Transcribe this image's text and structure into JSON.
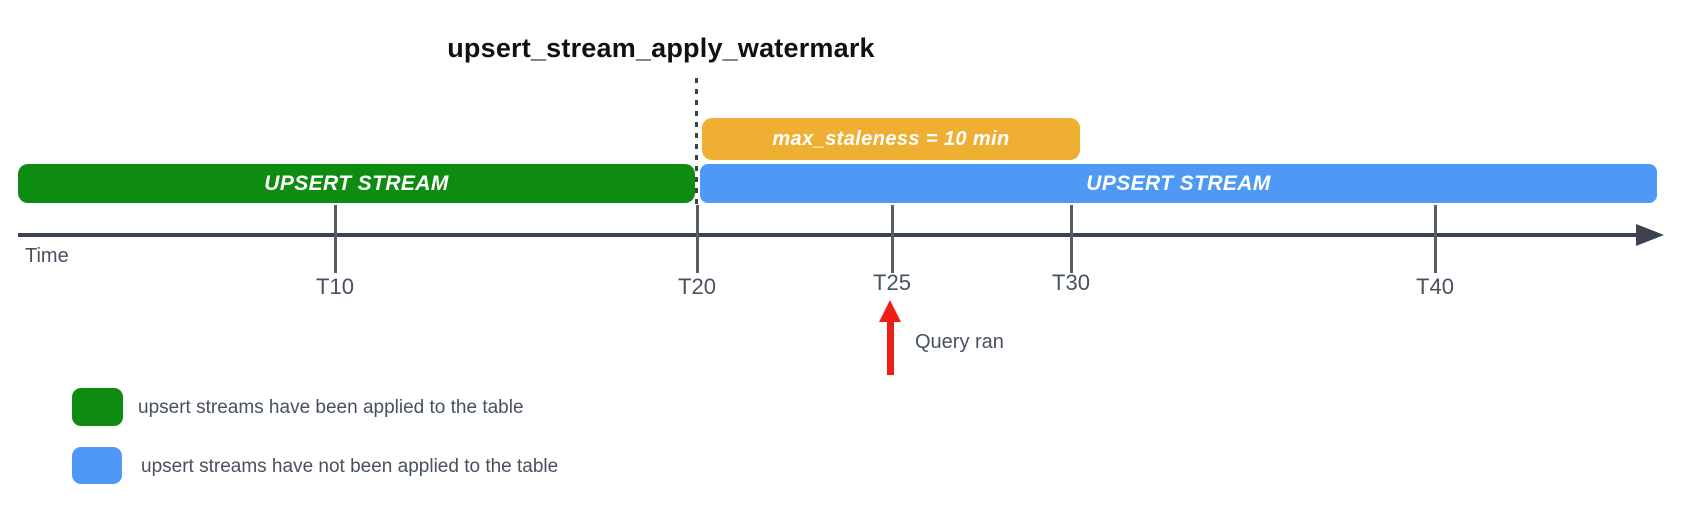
{
  "title": "upsert_stream_apply_watermark",
  "colors": {
    "green": "#0e8c12",
    "blue": "#4d99f5",
    "orange": "#efaf33",
    "red": "#ee1d16",
    "axis": "#3a434f",
    "tick": "#555d66",
    "label_text": "#47515f",
    "bar_text": "#ffffff",
    "title_text": "#0f1115"
  },
  "bars": {
    "staleness": {
      "label": "max_staleness = 10 min"
    },
    "applied": {
      "label": "UPSERT STREAM"
    },
    "pending": {
      "label": "UPSERT STREAM"
    }
  },
  "timeline": {
    "axis_label": "Time",
    "ticks": [
      {
        "label": "T10"
      },
      {
        "label": "T20"
      },
      {
        "label": "T25"
      },
      {
        "label": "T30"
      },
      {
        "label": "T40"
      }
    ]
  },
  "annotations": {
    "query_ran": "Query ran"
  },
  "legend": {
    "items": [
      {
        "label": "upsert streams have been applied to the table"
      },
      {
        "label": "upsert streams have not been applied to the table"
      }
    ]
  }
}
